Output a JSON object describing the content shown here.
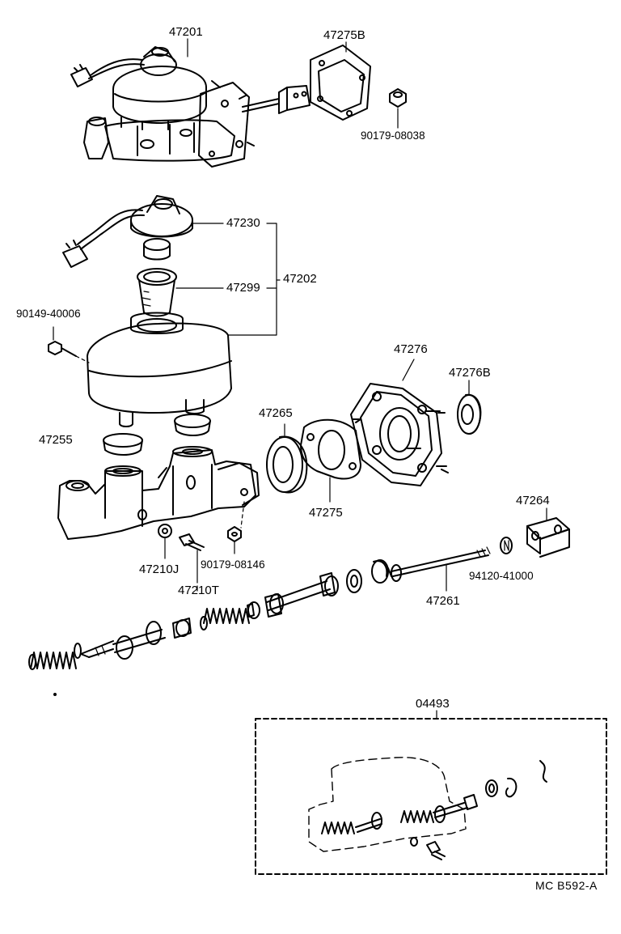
{
  "diagram": {
    "parts": {
      "master_cylinder_assy": "47201",
      "gasket_top": "47275B",
      "nut_top": "90179-08038",
      "reservoir_cap": "47230",
      "reservoir_strainer": "47299",
      "reservoir_sub_assy": "47202",
      "screw_reservoir": "90149-40006",
      "grommet": "47255",
      "cylinder_seal": "47265",
      "gasket": "47275",
      "plate": "47276",
      "spacer": "47276B",
      "clevis": "47264",
      "push_rod": "47261",
      "nut_rod": "94120-41000",
      "gasket_union": "47210J",
      "union_bolt": "47210T",
      "nut_union": "90179-08146",
      "repair_kit": "04493"
    },
    "reference": "MC  B592-A",
    "colors": {
      "ink": "#000000",
      "paper": "#ffffff"
    }
  }
}
